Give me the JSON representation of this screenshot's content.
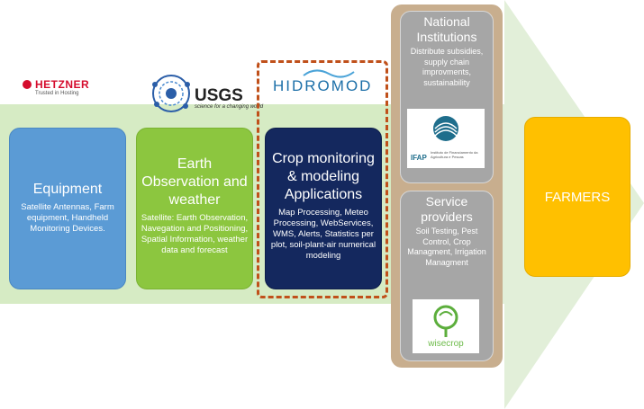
{
  "equipment": {
    "title": "Equipment",
    "desc": "Satellite Antennas, Farm equipment, Handheld Monitoring Devices."
  },
  "earth_observation": {
    "title": "Earth Observation and weather",
    "desc": "Satellite: Earth Observation, Navegation and Positioning, Spatial Information, weather data and forecast"
  },
  "crop_monitoring": {
    "title": "Crop monitoring & modeling Applications",
    "desc": "Map Processing, Meteo Processing, WebServices, WMS, Alerts, Statistics per plot, soil-plant-air numerical modeling"
  },
  "national_institutions": {
    "title": "National Institutions",
    "desc": "Distribute subsidies, supply chain improvments, sustainability"
  },
  "service_providers": {
    "title": "Service providers",
    "desc": "Soil Testing, Pest Control, Crop Managment, Irrigation Managment"
  },
  "farmers": {
    "title": "FARMERS"
  },
  "logos": {
    "hetzner": "HETZNER",
    "hetzner_tagline": "Trusted in Hosting",
    "usgs": "USGS",
    "usgs_tagline": "science for a changing world",
    "hidromod": "HIDROMOD",
    "ifap": "IFAP",
    "ifap_name": "Instituto de Financiamento da Agricultura e Pescas",
    "wisecrop": "wisecrop"
  },
  "colors": {
    "band": "#d6ebc4",
    "arrow": "#e2efd9",
    "equipment": "#5b9bd5",
    "earth": "#8cc63f",
    "crop": "#14285e",
    "highlight": "#c0501a",
    "brown": "#c8ae8e",
    "gray": "#a6a6a6",
    "farmers": "#ffc000"
  }
}
